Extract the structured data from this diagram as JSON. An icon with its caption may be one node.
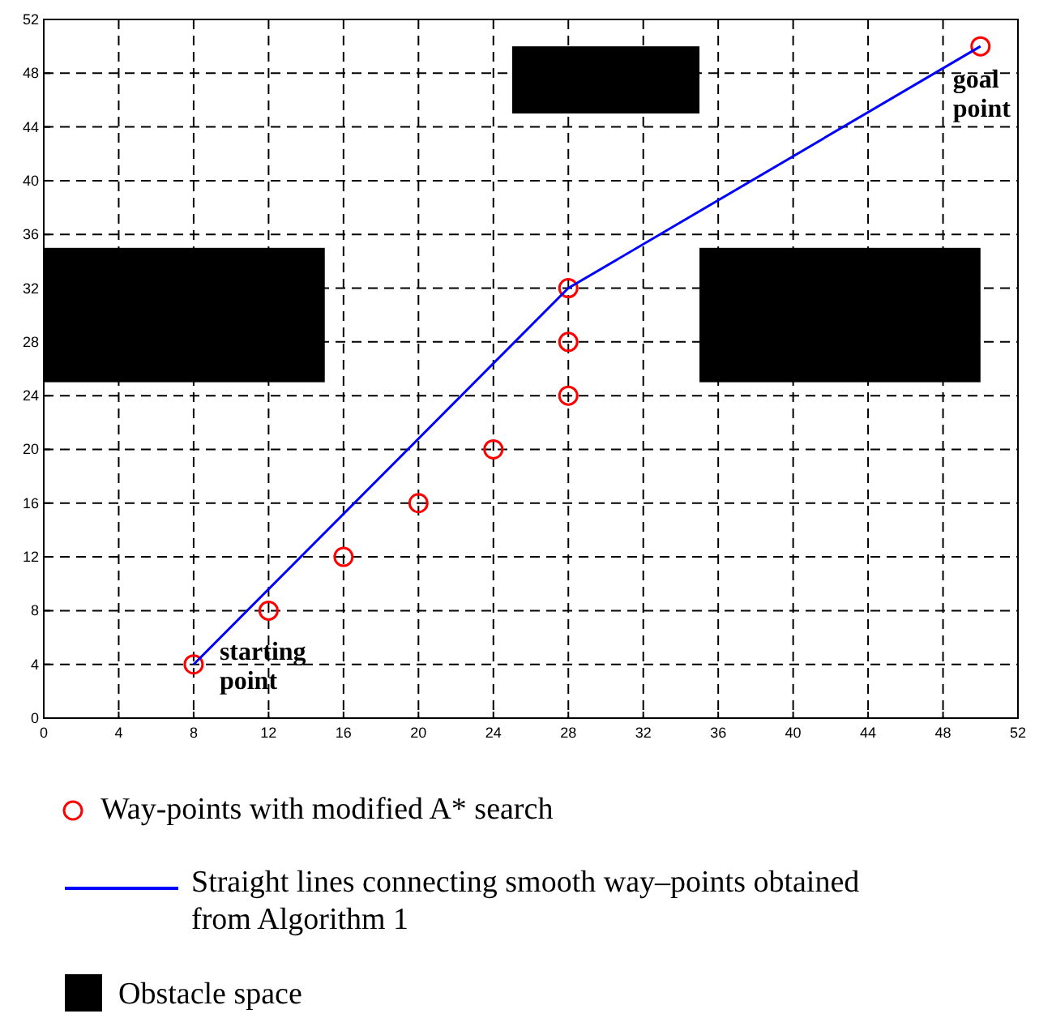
{
  "diagram": {
    "legend": [
      {
        "text": "Way-points with modified A* search"
      },
      {
        "text": "Straight lines connecting smooth way–points obtained from Algorithm 1"
      },
      {
        "text": "Obstacle space",
        "color": "#000000"
      }
    ],
    "chart_data": {
      "type": "scatter",
      "x": [
        8,
        12,
        16,
        20,
        24,
        28,
        28,
        28,
        50
      ],
      "series": [
        {
          "color": "#ff0000",
          "values": [
            4,
            8,
            12,
            16,
            20,
            24,
            28,
            32,
            50
          ]
        },
        {
          "type": "line",
          "color": "#0000ff",
          "values": [
            4,
            null,
            null,
            null,
            null,
            null,
            null,
            32,
            50
          ]
        }
      ],
      "grid": true,
      "xlim": [
        0,
        52
      ],
      "ylim": [
        0,
        52
      ],
      "xticks": [
        0,
        4,
        8,
        12,
        16,
        20,
        24,
        28,
        32,
        36,
        40,
        44,
        48,
        52
      ],
      "yticks": [
        0,
        4,
        8,
        12,
        16,
        20,
        24,
        28,
        32,
        36,
        40,
        44,
        48,
        52
      ],
      "annotations": [
        {
          "text": "starting point",
          "x": 8,
          "y": 4
        },
        {
          "text": "goal point",
          "x": 50,
          "y": 50
        }
      ]
    }
  }
}
